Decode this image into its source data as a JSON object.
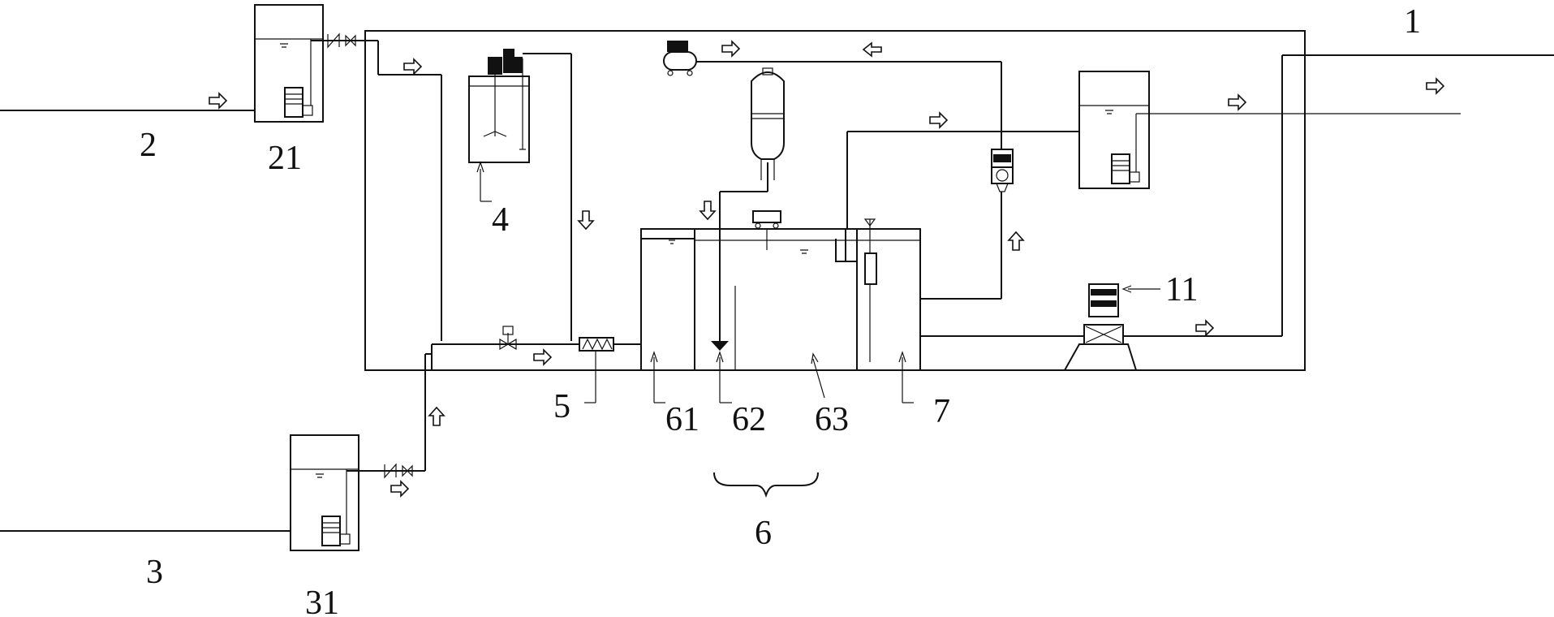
{
  "labels": {
    "l1": "1",
    "l2": "2",
    "l3": "3",
    "l4": "4",
    "l5": "5",
    "l6": "6",
    "l7": "7",
    "l11": "11",
    "l21": "21",
    "l31": "31",
    "l61": "61",
    "l62": "62",
    "l63": "63"
  },
  "colors": {
    "line": "#111111",
    "background": "#ffffff"
  }
}
